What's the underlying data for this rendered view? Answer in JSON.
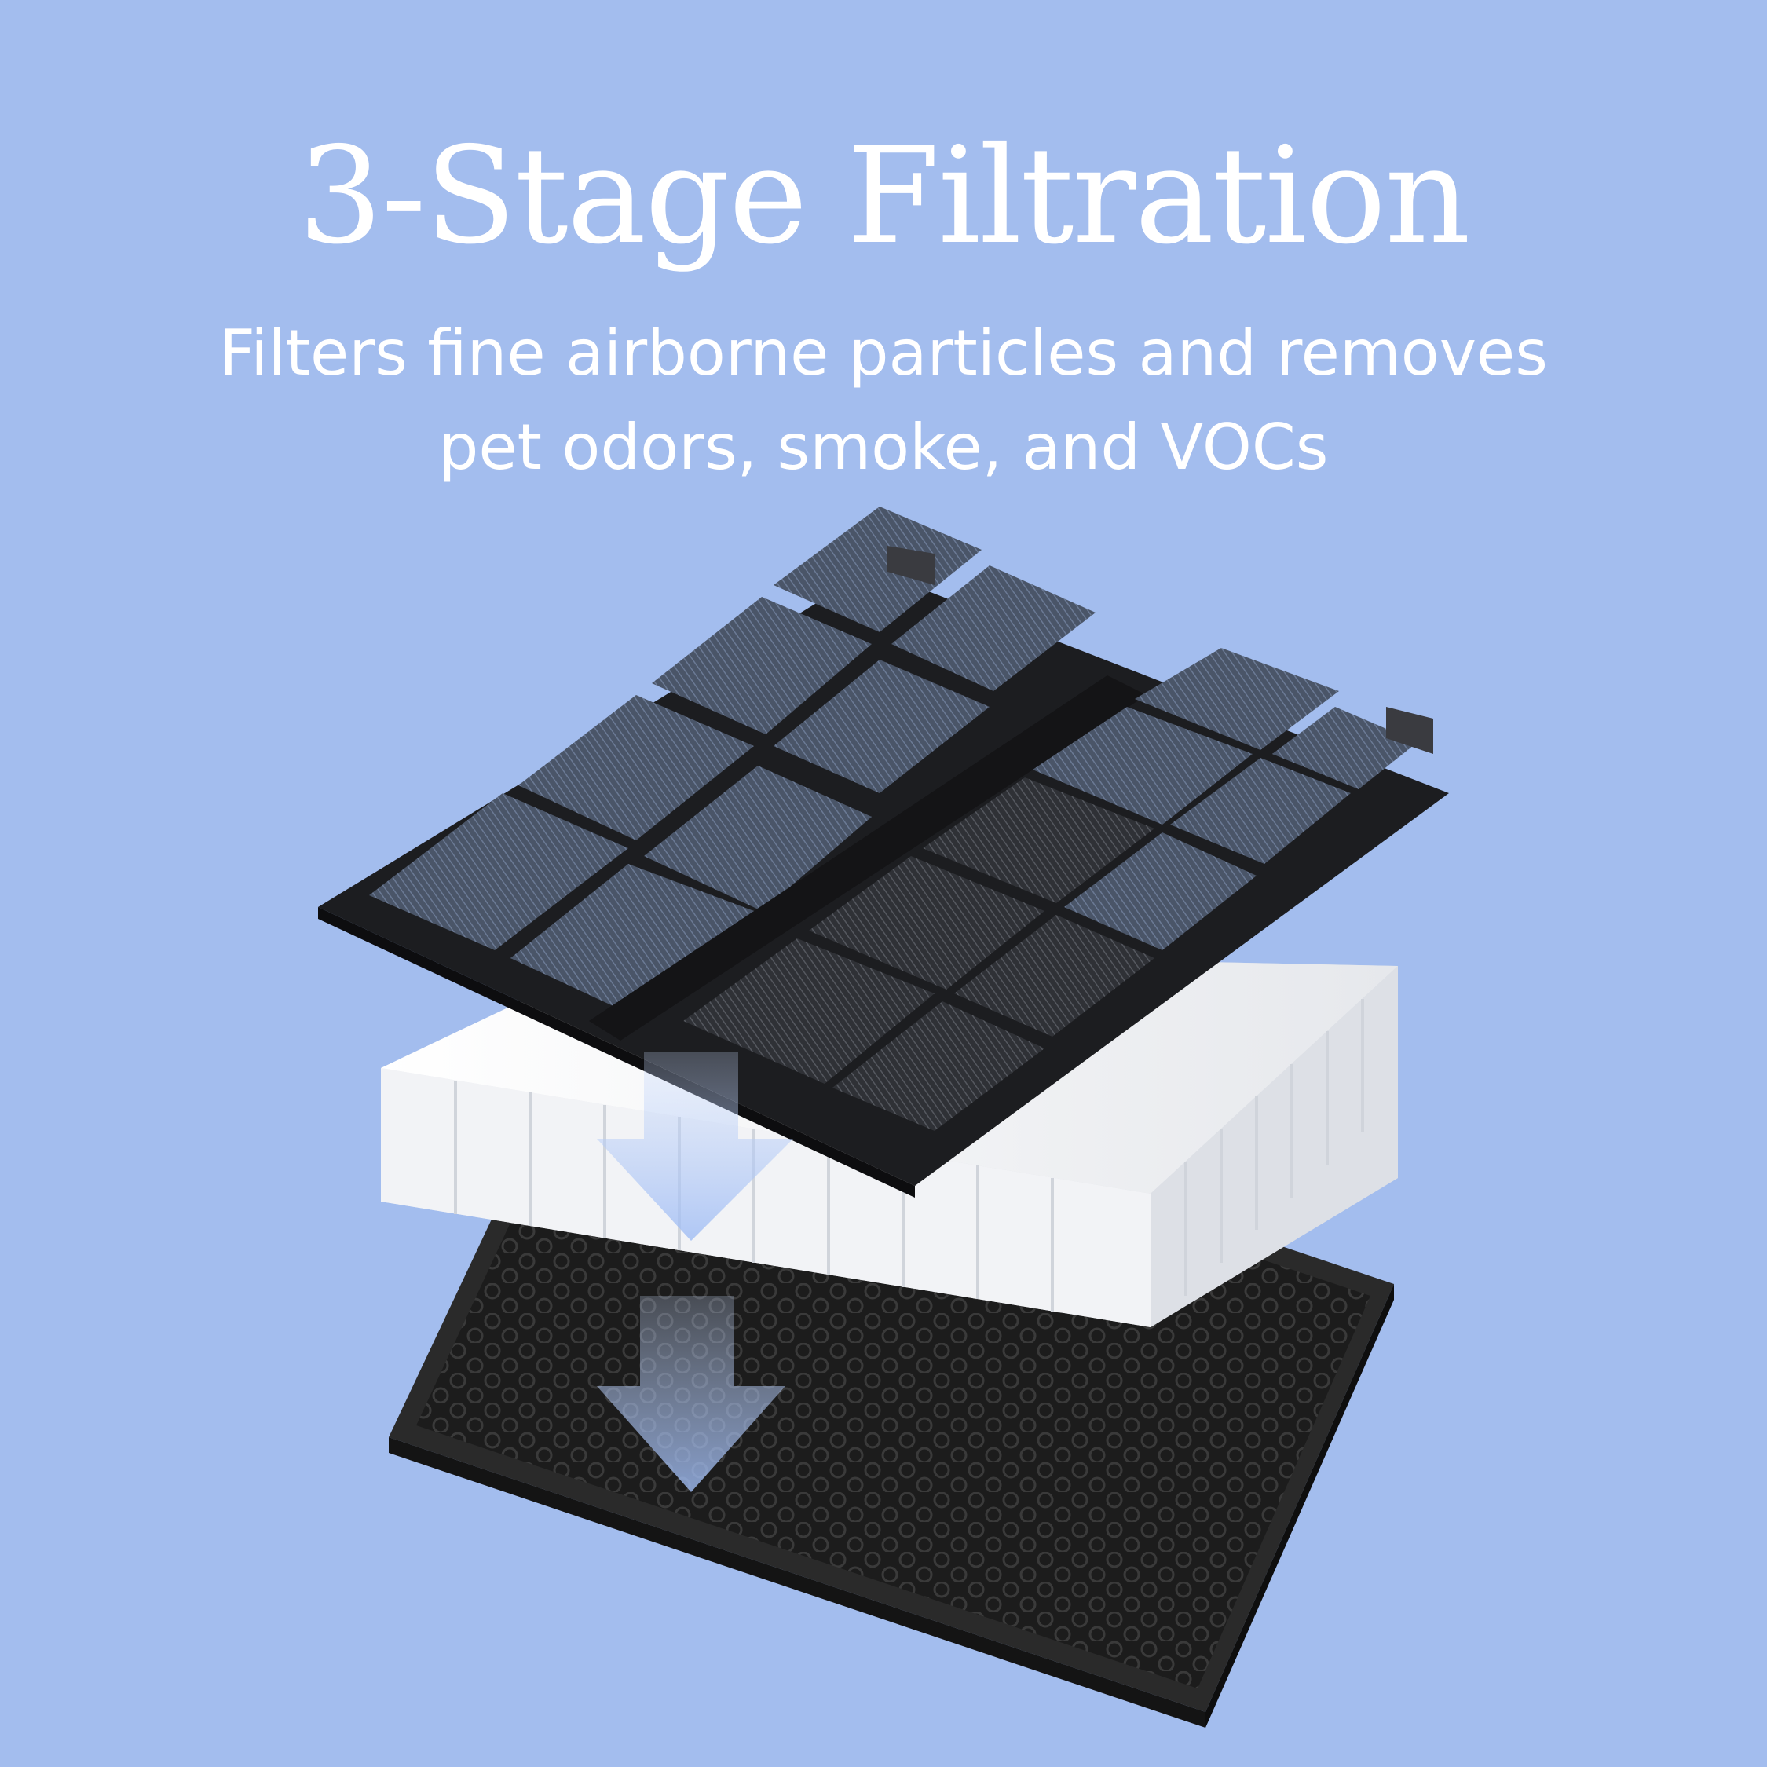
{
  "headline": "3-Stage Filtration",
  "subheadline": {
    "line1": "Filters fine airborne particles and removes",
    "line2": "pet odors, smoke, and VOCs"
  },
  "colors": {
    "background": "#a3bdee",
    "text": "#ffffff",
    "pre_filter_frame": "#1c1d20",
    "hepa_media": "#f4f5f7",
    "carbon_filter": "#1a1a1a",
    "airflow_arrow": "#c9dafb"
  },
  "illustration": {
    "layers": [
      "pre-filter-mesh",
      "hepa-pleated-filter",
      "activated-carbon-filter"
    ],
    "arrows": [
      "airflow-arrow-down",
      "airflow-arrow-down"
    ]
  }
}
